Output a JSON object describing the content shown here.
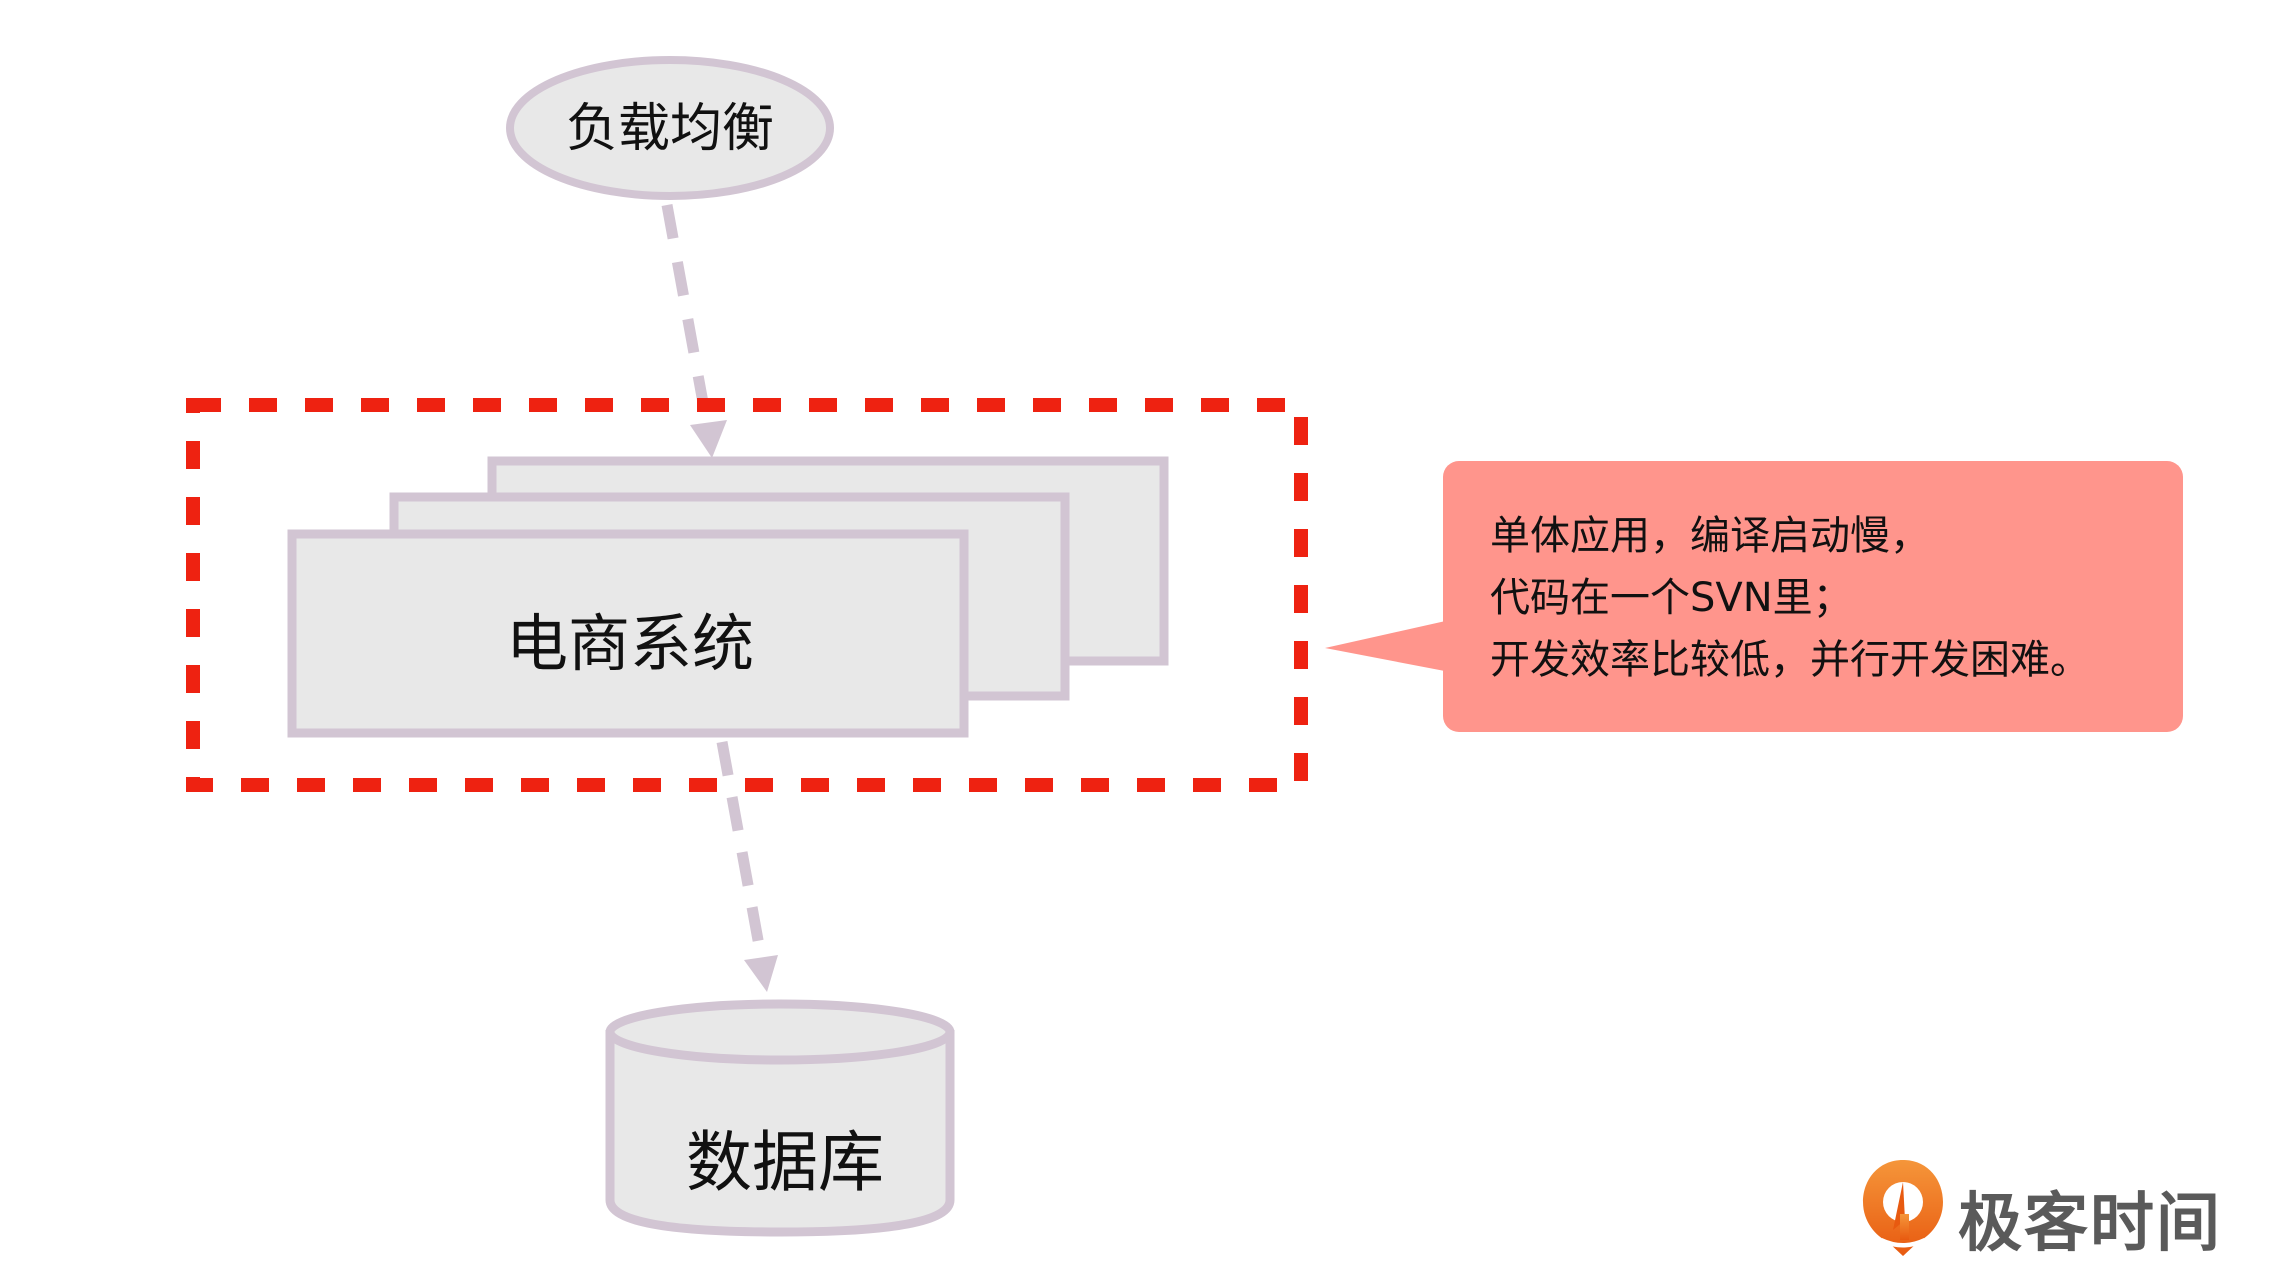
{
  "diagram": {
    "nodes": {
      "load_balancer": {
        "label": "负载均衡",
        "shape": "ellipse"
      },
      "ecommerce_system": {
        "label": "电商系统",
        "shape": "stacked-rectangles",
        "stack_count": 3
      },
      "database": {
        "label": "数据库",
        "shape": "cylinder"
      }
    },
    "edges": [
      {
        "from": "load_balancer",
        "to": "ecommerce_system",
        "style": "dashed-arrow"
      },
      {
        "from": "ecommerce_system",
        "to": "database",
        "style": "dashed-arrow"
      }
    ],
    "highlight_group": {
      "contains": "ecommerce_system",
      "style": "red-dashed-border"
    },
    "callout": {
      "lines": [
        "单体应用，编译启动慢，",
        "代码在一个SVN里；",
        "开发效率比较低，并行开发困难。"
      ],
      "points_to": "highlight_group"
    }
  },
  "branding": {
    "logo_text": "极客时间",
    "logo_icon": "geektime-logo-icon"
  },
  "colors": {
    "node_fill": "#e8e8e8",
    "node_stroke": "#d2c5d3",
    "arrow": "#d2c5d3",
    "highlight_border": "#ee2211",
    "callout_fill": "#ff958c",
    "text": "#111111",
    "logo_orange": "#f07a22",
    "logo_text": "#5a5a5a"
  }
}
